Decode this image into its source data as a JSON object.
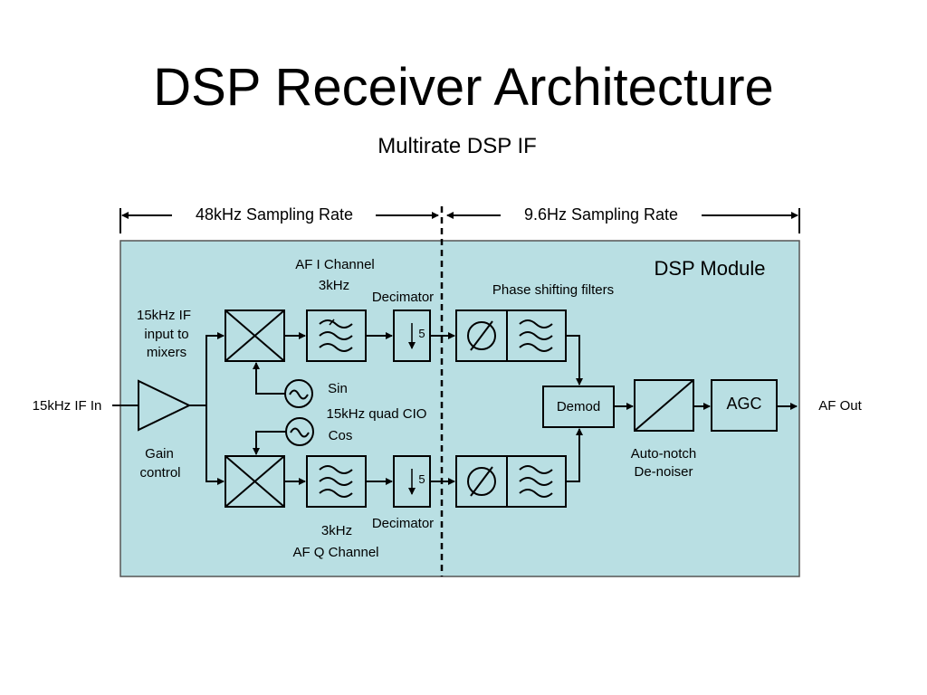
{
  "title": "DSP Receiver Architecture",
  "subtitle": "Multirate DSP IF",
  "rates": {
    "left": "48kHz Sampling Rate",
    "right": "9.6Hz Sampling Rate"
  },
  "module_label": "DSP Module",
  "labels": {
    "if_in": "15kHz IF In",
    "af_out": "AF Out",
    "gain_control_1": "Gain",
    "gain_control_2": "control",
    "mixer_input_1": "15kHz IF",
    "mixer_input_2": "input to",
    "mixer_input_3": "mixers",
    "af_i_channel": "AF I Channel",
    "af_q_channel": "AF Q Channel",
    "lpf_i_freq": "3kHz",
    "lpf_q_freq": "3kHz",
    "decimator_i": "Decimator",
    "decimator_q": "Decimator",
    "decimation_factor_i": "5",
    "decimation_factor_q": "5",
    "sin": "Sin",
    "cos": "Cos",
    "oscillator": "15kHz quad CIO",
    "phase_filters": "Phase shifting filters",
    "demod": "Demod",
    "autonotch_1": "Auto-notch",
    "autonotch_2": "De-noiser",
    "agc": "AGC"
  },
  "colors": {
    "module_fill": "#b9dfe3",
    "stroke": "#000000"
  }
}
